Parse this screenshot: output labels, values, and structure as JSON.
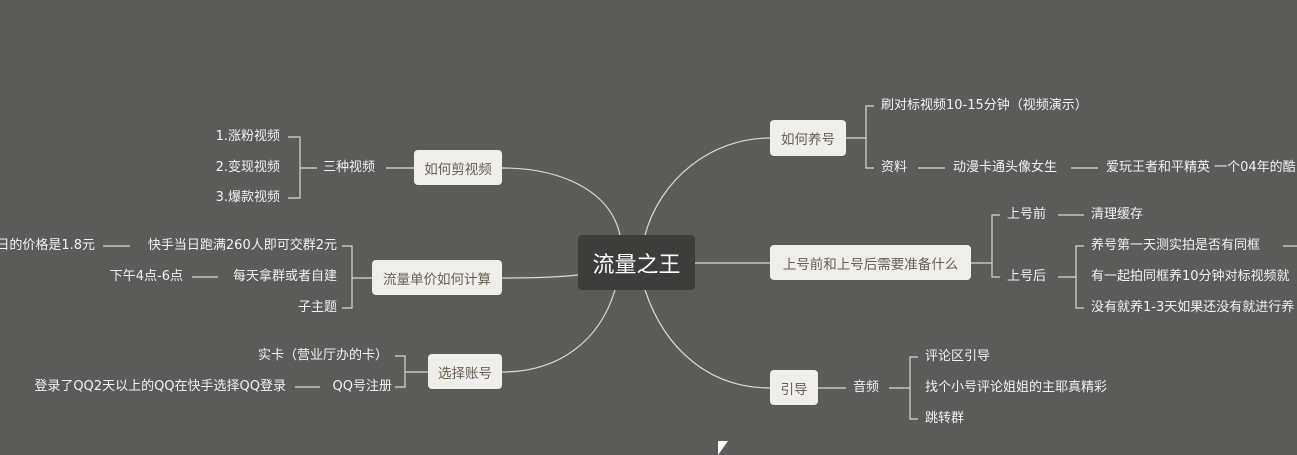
{
  "central": "流量之王",
  "left": {
    "cut_video": {
      "label": "如何剪视频",
      "child": "三种视频",
      "items": [
        "1.涨粉视频",
        "2.变现视频",
        "3.爆款视频"
      ]
    },
    "price": {
      "label": "流量单价如何计算",
      "rows": [
        {
          "text": "快手当日跑满260人即可交群2元",
          "next": "日的价格是1.8元"
        },
        {
          "text": "每天拿群或者自建",
          "next": "下午4点-6点"
        },
        {
          "text": "子主题"
        }
      ]
    },
    "account": {
      "label": "选择账号",
      "rows": [
        {
          "text": "实卡（营业厅办的卡）"
        },
        {
          "text": "QQ号注册",
          "next": "登录了QQ2天以上的QQ在快手选择QQ登录"
        }
      ]
    }
  },
  "right": {
    "raise": {
      "label": "如何养号",
      "item1": "刷对标视频10-15分钟（视频演示）",
      "item2": "资料",
      "item2_next": "动漫卡通头像女生",
      "item2_next2": "爱玩王者和平精英 一个04年的酷"
    },
    "prepare": {
      "label": "上号前和上号后需要准备什么",
      "before": "上号前",
      "before_item": "清理缓存",
      "after": "上号后",
      "after_items": [
        "养号第一天测实拍是否有同框",
        "有一起拍同框养10分钟对标视频就",
        "没有就养1-3天如果还没有就进行养"
      ]
    },
    "guide": {
      "label": "引导",
      "child": "音频",
      "items": [
        "评论区引导",
        "找个小号评论姐姐的主耶真精彩",
        "跳转群"
      ]
    }
  },
  "colors": {
    "background": "#5b5b59",
    "central_bg": "#3d3d3b",
    "node_bg": "#efeeea",
    "line": "#d8d8d4"
  }
}
